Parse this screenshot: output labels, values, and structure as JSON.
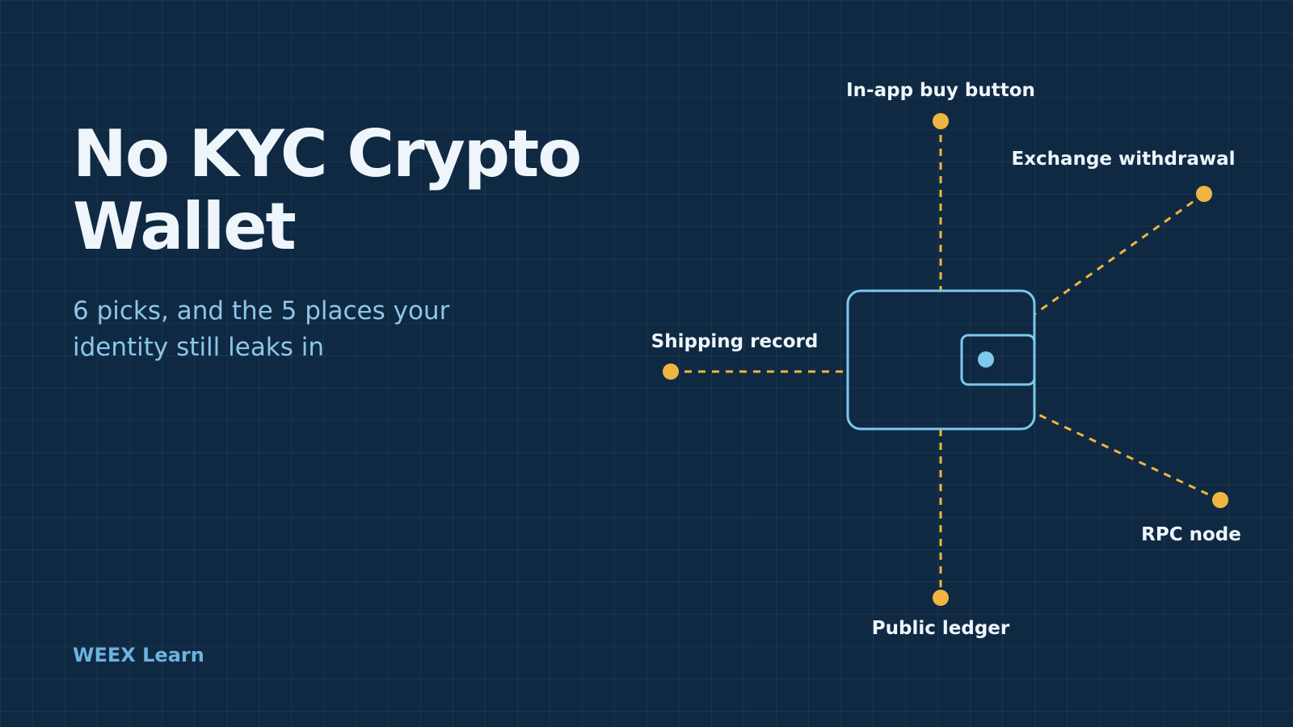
{
  "title": {
    "line1": "No KYC Crypto",
    "line2": "Wallet"
  },
  "subtitle": {
    "line1": "6 picks, and the 5 places your",
    "line2": "identity still leaks in"
  },
  "brand": "WEEX Learn",
  "diagram": {
    "center_icon": "wallet-icon",
    "leak_points": [
      {
        "id": "in-app-buy-button",
        "label": "In-app buy button"
      },
      {
        "id": "exchange-withdrawal",
        "label": "Exchange withdrawal"
      },
      {
        "id": "shipping-record",
        "label": "Shipping record"
      },
      {
        "id": "rpc-node",
        "label": "RPC node"
      },
      {
        "id": "public-ledger",
        "label": "Public ledger"
      }
    ]
  },
  "colors": {
    "background": "#0f2942",
    "title": "#eef5fb",
    "subtitle": "#8cc6ea",
    "brand": "#6fb2de",
    "accent": "#f2b441",
    "wallet": "#7cc8ee"
  }
}
